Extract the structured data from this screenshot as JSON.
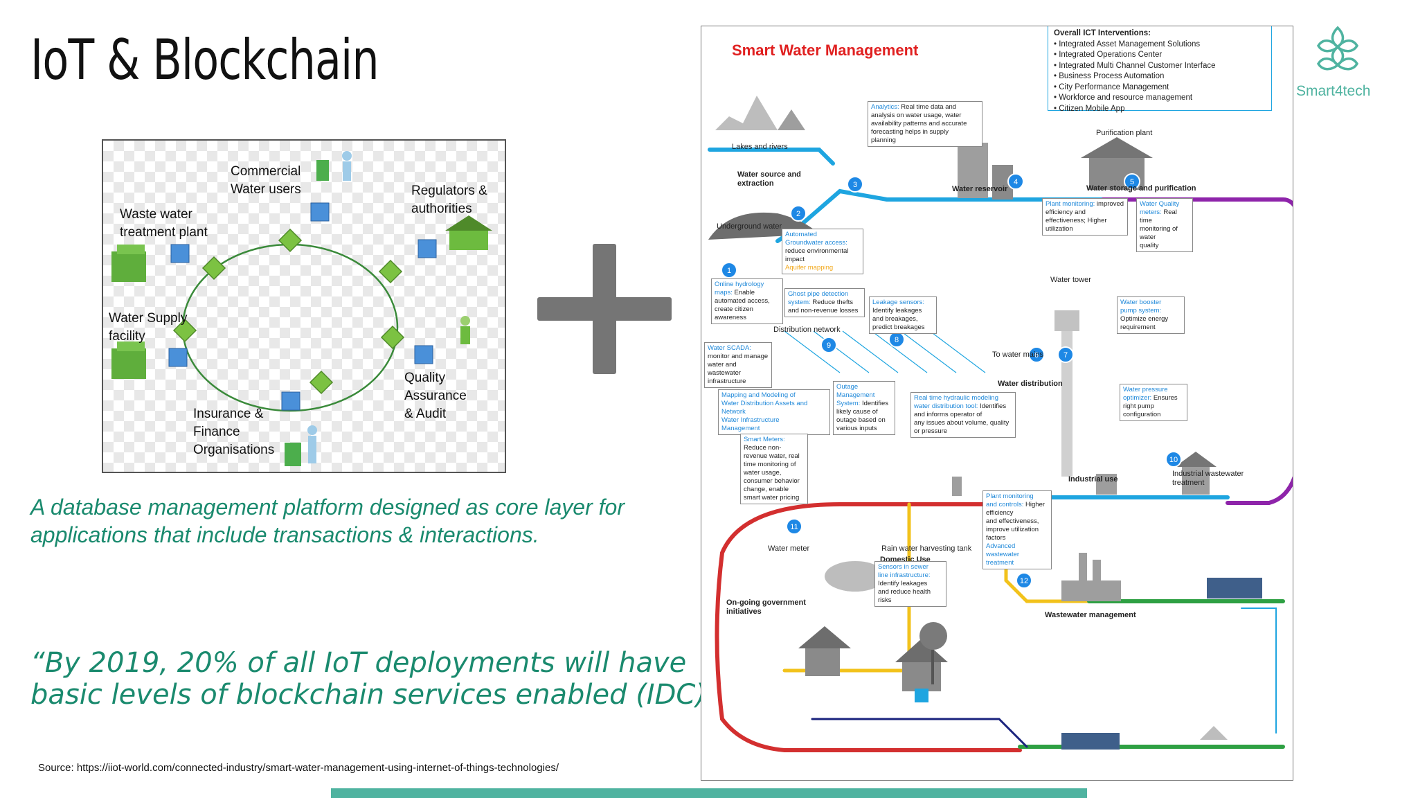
{
  "title": "IoT & Blockchain",
  "blockchain_panel": {
    "labels": {
      "commercial": "Commercial\nWater users",
      "regulators": "Regulators &\nauthorities",
      "waste_water": "Waste water\ntreatment plant",
      "water_supply": "Water Supply\nfacility",
      "quality": "Quality\nAssurance\n& Audit",
      "insurance": "Insurance &\nFinance\nOrganisations"
    }
  },
  "description": "A database management platform designed as core layer for\napplications that include transactions & interactions.",
  "quote": "“By 2019, 20% of all IoT deployments will have\nbasic levels of blockchain services enabled (IDC)”",
  "source": "Source: https://iiot-world.com/connected-industry/smart-water-management-using-internet-of-things-technologies/",
  "logo": {
    "text": "Smart4tech"
  },
  "colors": {
    "accent": "#4fb3a0",
    "caption": "#1a8a6e",
    "plus": "#757575",
    "pipe_blue": "#1ea5e0",
    "pipe_purple": "#8e24aa",
    "pipe_red": "#d32f2f",
    "pipe_yellow": "#f2c21b",
    "pipe_green": "#2ea043"
  },
  "diagram": {
    "title": "Smart Water Management",
    "ict_title": "Overall ICT Interventions:",
    "ict_items": [
      "Integrated Asset Management Solutions",
      "Integrated Operations Center",
      "Integrated Multi Channel Customer Interface",
      "Business Process Automation",
      "City Performance Management",
      "Workforce and resource management",
      "Citizen Mobile App"
    ],
    "labels": {
      "lakes": "Lakes and rivers",
      "water_source": "Water source and\nextraction",
      "underground": "Underground water",
      "reservoir": "Water reservoir",
      "purification_plant": "Purification plant",
      "storage_purification": "Water storage and purification",
      "water_tower": "Water tower",
      "distribution_network": "Distribution network",
      "to_water_mains": "To water mains",
      "water_distribution": "Water distribution",
      "industrial_use": "Industrial use",
      "industrial_wastewater": "Industrial wastewater\ntreatment",
      "water_meter": "Water meter",
      "rain_tank": "Rain water harvesting tank",
      "domestic_use": "Domestic Use",
      "wastewater_mgmt": "Wastewater management",
      "govt": "On-going government\ninitiatives"
    },
    "callouts": {
      "analytics": {
        "head": "Analytics:",
        "body": "Real time data and\nanalysis on water usage, water\navailability patterns and accurate\nforecasting helps in supply\nplanning"
      },
      "plant_monitoring": {
        "head": "Plant monitoring:",
        "body": "improved efficiency and\neffectiveness; Higher\nutilization"
      },
      "water_quality": {
        "head": "Water Quality\nmeters:",
        "body": "Real time\nmonitoring of water\nquality"
      },
      "groundwater": {
        "head": "Automated\nGroundwater access:",
        "body": "reduce environmental\nimpact",
        "extra": "Aquifer mapping"
      },
      "hydrology": {
        "head": "Online hydrology\nmaps:",
        "body": "Enable\nautomated access,\ncreate citizen\nawareness"
      },
      "ghost_pipe": {
        "head": "Ghost pipe detection\nsystem:",
        "body": "Reduce thefts\nand non-revenue losses"
      },
      "leakage": {
        "head": "Leakage sensors:",
        "body": "Identify leakages\nand breakages,\npredict breakages"
      },
      "booster": {
        "head": "Water booster\npump system:",
        "body": "Optimize energy\nrequirement"
      },
      "scada": {
        "head": "Water SCADA:",
        "body": "monitor and manage\nwater and\nwastewater\ninfrastructure"
      },
      "mapping": {
        "head": "Mapping and Modeling of\nWater Distribution Assets and\nNetwork\nWater Infrastructure\nManagement",
        "body": ""
      },
      "outage": {
        "head": "Outage\nManagement\nSystem:",
        "body": "Identifies\nlikely cause of\noutage based on\nvarious inputs"
      },
      "hydraulic": {
        "head": "Real time hydraulic modeling\nwater distribution tool:",
        "body": "Identifies and informs operator of\nany issues about volume, quality\nor pressure"
      },
      "pressure": {
        "head": "Water pressure\noptimizer:",
        "body": "Ensures\nright pump\nconfiguration"
      },
      "smart_meters": {
        "head": "Smart Meters:",
        "body": "Reduce non-\nrevenue water, real\ntime monitoring of\nwater usage,\nconsumer behavior\nchange, enable\nsmart water pricing"
      },
      "plant_controls": {
        "head": "Plant monitoring\nand controls:",
        "body": "Higher efficiency\nand effectiveness,\nimprove utilization\nfactors",
        "extra": "Advanced\nwastewater\ntreatment"
      },
      "sewer": {
        "head": "Sensors in sewer\nline infrastructure:",
        "body": "Identify leakages\nand reduce health\nrisks"
      }
    },
    "markers": [
      "1",
      "2",
      "3",
      "4",
      "5",
      "6",
      "7",
      "8",
      "9",
      "10",
      "11",
      "12"
    ]
  }
}
